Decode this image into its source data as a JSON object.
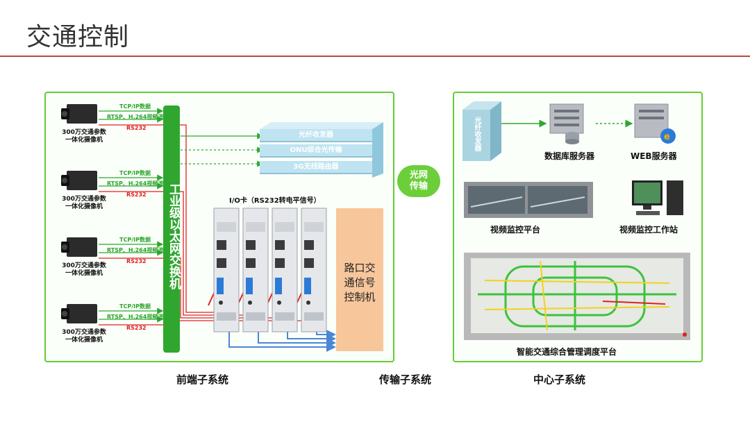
{
  "slide": {
    "title": "交通控制"
  },
  "colors": {
    "green": "#2fa72f",
    "red": "#e02020",
    "panel_border": "#66cc33",
    "rule": "#b9473a"
  },
  "front": {
    "cameras": [
      {
        "tcp": "TCP/IP数据",
        "rtsp": "RTSP、H.264视频流",
        "rs232": "RS232",
        "label_line1": "300万交通参数",
        "label_line2": "一体化摄像机"
      },
      {
        "tcp": "TCP/IP数据",
        "rtsp": "RTSP、H.264视频流",
        "rs232": "RS232",
        "label_line1": "300万交通参数",
        "label_line2": "一体化摄像机"
      },
      {
        "tcp": "TCP/IP数据",
        "rtsp": "RTSP、H.264视频流",
        "rs232": "RS232",
        "label_line1": "300万交通参数",
        "label_line2": "一体化摄像机"
      },
      {
        "tcp": "TCP/IP数据",
        "rtsp": "RTSP、H.264视频流",
        "rs232": "RS232",
        "label_line1": "300万交通参数",
        "label_line2": "一体化摄像机"
      }
    ],
    "switch_label": "工业级以太网交换机",
    "stack": [
      "光纤收发器",
      "ONU综合光传输",
      "3G无线路由器"
    ],
    "io_label": "I/O卡（RS232转电平信号）",
    "controller_line1": "路口交",
    "controller_line2": "通信号",
    "controller_line3": "控制机"
  },
  "transport": {
    "cloud_line1": "光网",
    "cloud_line2": "传输"
  },
  "center": {
    "fiber_box": "光纤收发器",
    "db_server": "数据库服务器",
    "web_server": "WEB服务器",
    "video_platform": "视频监控平台",
    "video_station": "视频监控工作站",
    "traffic_platform": "智能交通综合管理调度平台"
  },
  "subsystems": {
    "front": "前端子系统",
    "transport": "传输子系统",
    "center": "中心子系统"
  }
}
